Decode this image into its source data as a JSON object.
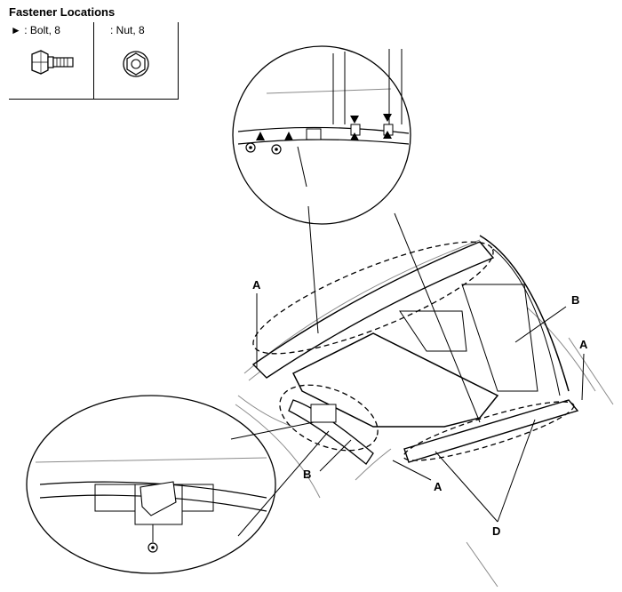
{
  "title": "Fastener Locations",
  "legend": {
    "bolt": {
      "symbol": "►",
      "label": ": Bolt, 8",
      "icon": "bolt-icon"
    },
    "nut": {
      "label": ": Nut, 8",
      "icon": "nut-icon"
    }
  },
  "callouts": {
    "a_left": "A",
    "a_right": "A",
    "a_bottom": "A",
    "b_upper": "B",
    "b_lower": "B",
    "d": "D"
  },
  "colors": {
    "line": "#000000",
    "light_line": "#8a8a8a",
    "background": "#ffffff"
  }
}
